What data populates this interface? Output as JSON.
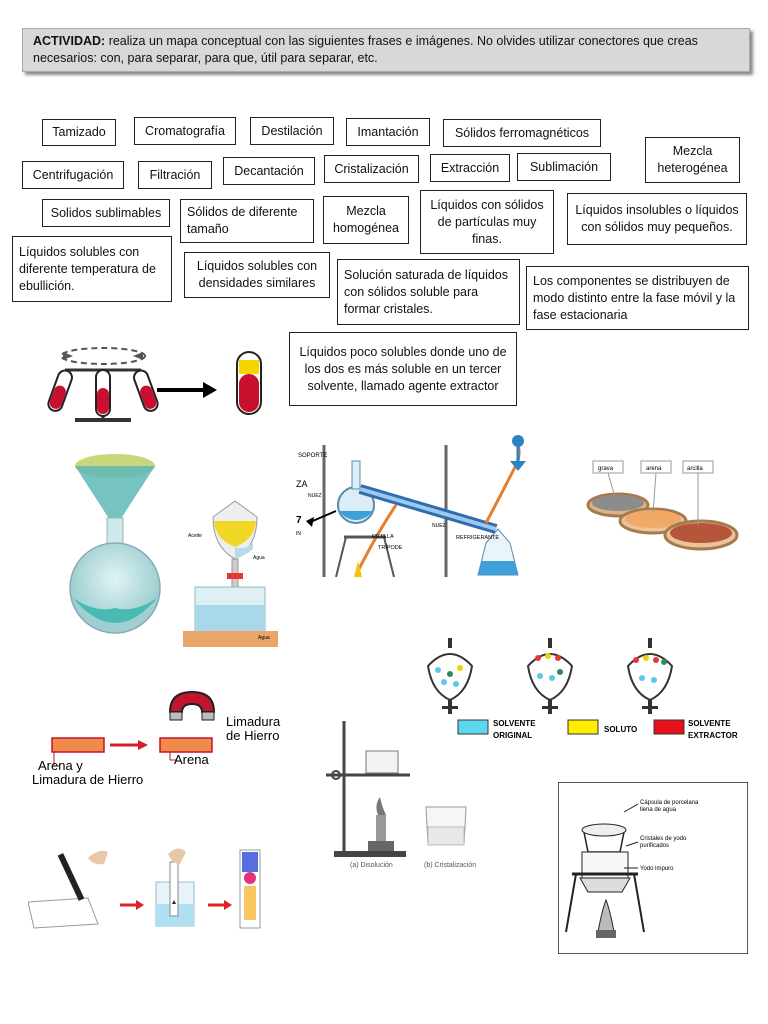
{
  "header": {
    "label": "ACTIVIDAD:",
    "text": " realiza un mapa conceptual con las siguientes frases e imágenes. No olvides utilizar conectores que creas necesarios: con, para separar, para que, útil para separar, etc."
  },
  "boxes": [
    "Tamizado",
    "Cromatografía",
    "Destilación",
    "Imantación",
    "Sólidos ferromagnéticos",
    "Mezcla heterogénea",
    "Centrifugación",
    "Filtración",
    "Decantación",
    "Cristalización",
    "Extracción",
    "Sublimación",
    "Solidos sublimables",
    "Sólidos de diferente tamaño",
    "Mezcla homogénea",
    "Líquidos con sólidos de partículas muy finas.",
    "Líquidos insolubles o líquidos con sólidos muy pequeños.",
    "Líquidos solubles con diferente temperatura de ebullición.",
    "Líquidos solubles con densidades similares",
    "Solución saturada de líquidos con sólidos soluble para formar cristales.",
    "Los componentes se distribuyen de modo distinto entre la fase móvil y la fase estacionaria",
    "Líquidos poco solubles donde uno de los dos es más soluble en un tercer solvente, llamado agente extractor"
  ],
  "figures": {
    "decantation": {
      "oil": "Aceite",
      "water": "Agua",
      "water2": "Agua"
    },
    "distillation": {
      "soporte": "SOPORTE",
      "za": "ZA",
      "nuez": "NUEZ",
      "rejilla": "REJILLA",
      "tripode": "TRÍPODE",
      "nuez2": "NUEZ",
      "refrigerante": "REFRIGERANTE",
      "seven": "7",
      "in": "IN"
    },
    "sieve": {
      "grava": "grava",
      "arena": "arena",
      "arcilla": "arcilla"
    },
    "magnet": {
      "limadura": "Limadura",
      "dehierro": "de Hierro",
      "arena": "Arena",
      "arenay": "Arena y",
      "limadura2": "Limadura de Hierro"
    },
    "extraction": {
      "solvente": "SOLVENTE",
      "original": "ORIGINAL",
      "soluto": "SOLUTO",
      "solvente2": "SOLVENTE",
      "extractor": "EXTRACTOR"
    },
    "crystal": {
      "a": "(a) Disolución",
      "b": "(b) Cristalización"
    },
    "sublimation": {
      "c1": "Cápsula de porcelana",
      "c2": "llena de agua",
      "c3": "Cristales de yodo",
      "c4": "purificados",
      "c5": "Yodo impuro"
    }
  }
}
